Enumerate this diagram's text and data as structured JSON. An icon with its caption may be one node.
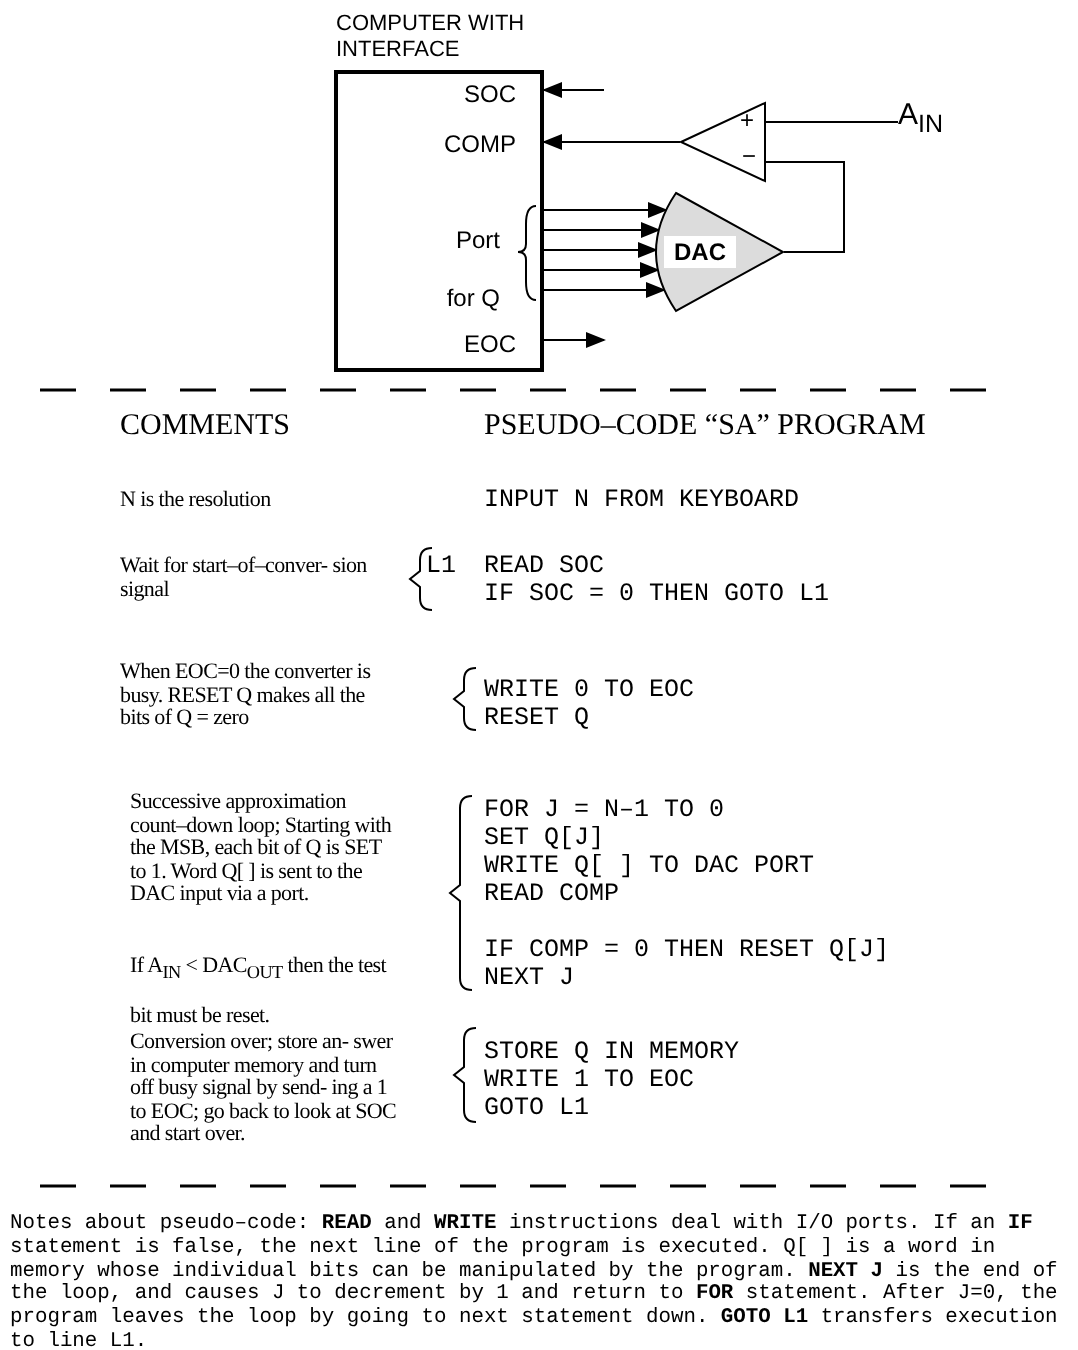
{
  "diagram": {
    "nodes": [
      {
        "text": [
          "COMPUTER WITH INTERFACE",
          "SOC",
          "COMP",
          "Port",
          "for Q",
          "EOC"
        ]
      },
      {
        "text": [
          "+",
          "−"
        ]
      },
      {
        "text": [
          "DAC"
        ]
      },
      {
        "text": [
          "A$_{IN}$"
        ]
      }
    ],
    "edges": [
      {
        "from": null,
        "to": 0,
        "arrow": "to"
      },
      {
        "from": 1,
        "to": 0,
        "arrow": "to"
      },
      {
        "from": 3,
        "to": 1,
        "arrow": "none"
      },
      {
        "from": 2,
        "to": 1,
        "arrow": "none"
      },
      {
        "from": 0,
        "to": 2,
        "arrow": "to"
      },
      {
        "from": 0,
        "to": 2,
        "arrow": "to"
      },
      {
        "from": 0,
        "to": 2,
        "arrow": "to"
      },
      {
        "from": 0,
        "to": 2,
        "arrow": "to"
      },
      {
        "from": 0,
        "to": 2,
        "arrow": "to"
      },
      {
        "from": 0,
        "to": null,
        "arrow": "to"
      }
    ],
    "labels": [
      "COMMENTS",
      "PSEUDO–CODE “SA” PROGRAM",
      "N is the resolution",
      "INPUT N FROM KEYBOARD",
      "Wait for start–of–conver- sion signal",
      "L1",
      "READ SOC",
      "IF SOC = 0 THEN GOTO L1",
      "When EOC=0 the converter is busy. RESET Q makes all the bits of Q = zero",
      "WRITE 0 TO EOC",
      "RESET Q",
      "Successive approximation count–down loop; Starting with the MSB, each bit of Q is SET to 1. Word Q[ ] is sent to the DAC input via a port.",
      "FOR J = N–1 TO 0",
      "SET Q[J]",
      "WRITE Q[ ] TO DAC PORT",
      "READ COMP",
      "If A$_{IN}$ < DAC$_{OUT}$ then the test bit must be reset.",
      "IF COMP = 0 THEN RESET Q[J]",
      "NEXT J",
      "Conversion over; store an- swer in computer memory and turn off busy signal by send- ing a 1 to EOC; go back to look at SOC and start over.",
      "STORE Q IN MEMORY",
      "WRITE 1 TO EOC",
      "GOTO L1",
      "Notes about pseudo–code: **READ** and **WRITE** instructions deal with I/O ports. If an **IF** statement is false, the next line of the program is executed. Q[ ] is a word in memory whose individual bits can be manipulated by the program. **NEXT J** is the end of the loop, and causes J to decrement by 1 and return to **FOR** statement. After J=0, the program leaves the loop by going to next statement down. **GOTO L1** transfers execution to line L1."
    ]
  }
}
